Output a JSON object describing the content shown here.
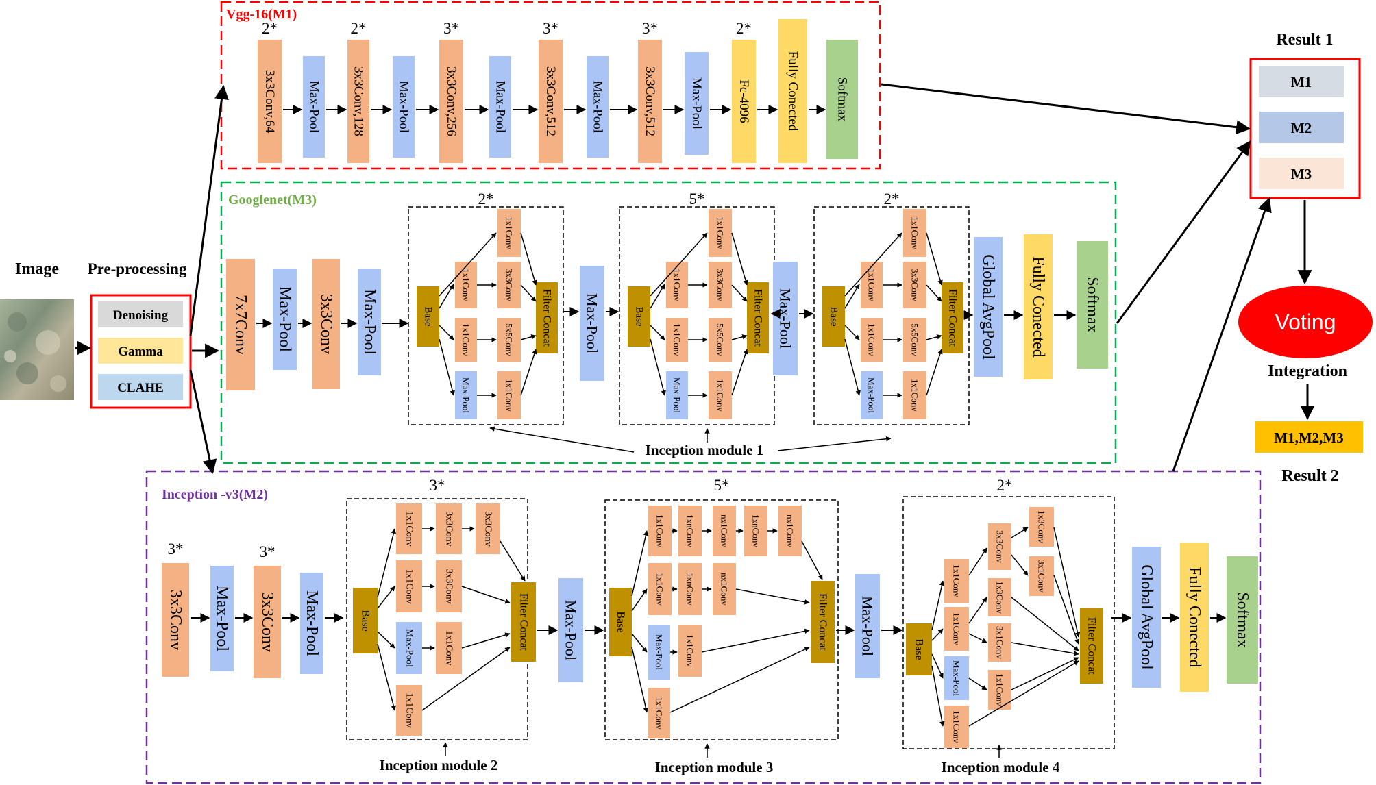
{
  "labels": {
    "image": "Image",
    "preprocessing": "Pre-processing",
    "result1": "Result 1",
    "result2": "Result 2",
    "integration": "Integration",
    "voting": "Voting",
    "final_output": "M1,M2,M3"
  },
  "preprocessing_steps": [
    {
      "label": "Denoising",
      "color": "#d9d9d9"
    },
    {
      "label": "Gamma",
      "color": "#ffe699"
    },
    {
      "label": "CLAHE",
      "color": "#bdd7ee"
    }
  ],
  "result_models": [
    {
      "label": "M1",
      "color": "#d6dce4"
    },
    {
      "label": "M2",
      "color": "#b4c7e7"
    },
    {
      "label": "M3",
      "color": "#fbe5d6"
    }
  ],
  "colors": {
    "conv": "#f4b183",
    "pool": "#a9c4f5",
    "fc": "#ffd966",
    "softmax": "#a9d18e",
    "base": "#bf9000",
    "vgg_border": "#ff0000",
    "googlenet_border": "#00b050",
    "inception_border": "#7030a0",
    "voting_fill": "#ff0000"
  },
  "vgg": {
    "title": "Vgg-16(M1)",
    "layers": [
      {
        "label": "3x3Conv,64",
        "type": "conv",
        "repeat": "2*"
      },
      {
        "label": "Max-Pool",
        "type": "pool"
      },
      {
        "label": "3x3Conv,128",
        "type": "conv",
        "repeat": "2*"
      },
      {
        "label": "Max-Pool",
        "type": "pool"
      },
      {
        "label": "3x3Conv,256",
        "type": "conv",
        "repeat": "3*"
      },
      {
        "label": "Max-Pool",
        "type": "pool"
      },
      {
        "label": "3x3Conv,512",
        "type": "conv",
        "repeat": "3*"
      },
      {
        "label": "Max-Pool",
        "type": "pool"
      },
      {
        "label": "3x3Conv,512",
        "type": "conv",
        "repeat": "3*"
      },
      {
        "label": "Max-Pool",
        "type": "pool"
      },
      {
        "label": "Fc-4096",
        "type": "fc",
        "repeat": "2*"
      },
      {
        "label": "Fully Conected",
        "type": "fc"
      },
      {
        "label": "Softmax",
        "type": "softmax"
      }
    ]
  },
  "googlenet": {
    "title": "Googlenet(M3)",
    "stem": [
      {
        "label": "7x7Conv",
        "type": "conv"
      },
      {
        "label": "Max-Pool",
        "type": "pool"
      },
      {
        "label": "3x3Conv",
        "type": "conv"
      },
      {
        "label": "Max-Pool",
        "type": "pool"
      }
    ],
    "module_repeats": [
      "2*",
      "5*",
      "2*"
    ],
    "between_pool": "Max-Pool",
    "module_label": "Inception module  1",
    "tail": [
      {
        "label": "Global AvgPool",
        "type": "pool"
      },
      {
        "label": "Fully Conected",
        "type": "fc"
      },
      {
        "label": "Softmax",
        "type": "softmax"
      }
    ],
    "module": {
      "base": "Base",
      "concat": "Filter Concat",
      "branches": [
        [
          "1x1Conv"
        ],
        [
          "1x1Conv",
          "3x3Conv"
        ],
        [
          "1x1Conv",
          "5x5Conv"
        ],
        [
          "Max-Pool",
          "1x1Conv"
        ]
      ]
    }
  },
  "inception_v3": {
    "title": "Inception -v3(M2)",
    "stem": [
      {
        "label": "3x3Conv",
        "type": "conv",
        "repeat": "3*"
      },
      {
        "label": "Max-Pool",
        "type": "pool"
      },
      {
        "label": "3x3Conv",
        "type": "conv",
        "repeat": "3*"
      },
      {
        "label": "Max-Pool",
        "type": "pool"
      }
    ],
    "tail": [
      {
        "label": "Global AvgPool",
        "type": "pool"
      },
      {
        "label": "Fully Conected",
        "type": "fc"
      },
      {
        "label": "Softmax",
        "type": "softmax"
      }
    ],
    "between_pool": "Max-Pool",
    "module2": {
      "repeat": "3*",
      "label": "Inception  module  2",
      "base": "Base",
      "concat": "Filter Concat",
      "row1": [
        "1x1Conv",
        "3x3Conv",
        "3x3Conv"
      ],
      "row2": [
        "1x1Conv",
        "3x3Conv"
      ],
      "row3": [
        "Max-Pool",
        "1x1Conv"
      ],
      "row4": [
        "1x1Conv"
      ]
    },
    "module3": {
      "repeat": "5*",
      "label": "Inception  module  3",
      "base": "Base",
      "concat": "Filter Concat",
      "row1": [
        "1x1Conv",
        "1xnConv",
        "nx1Conv",
        "1xnConv",
        "nx1Conv"
      ],
      "row2": [
        "1x1Conv",
        "1xnConv",
        "nx1Conv"
      ],
      "row3": [
        "Max-Pool",
        "1x1Conv"
      ],
      "row4": [
        "1x1Conv"
      ]
    },
    "module4": {
      "repeat": "2*",
      "label": "Inception  module  4",
      "base": "Base",
      "concat": "Filter Concat",
      "conv_a": "1x1Conv",
      "conv_b": "1x1Conv",
      "conv_a2": "3x3Conv",
      "split_a": [
        "1x3Conv",
        "3x1Conv"
      ],
      "split_b": [
        "1x3Conv",
        "3x1Conv"
      ],
      "pool": "Max-Pool",
      "pool_conv": "1x1Conv",
      "direct": "1x1Conv"
    }
  }
}
